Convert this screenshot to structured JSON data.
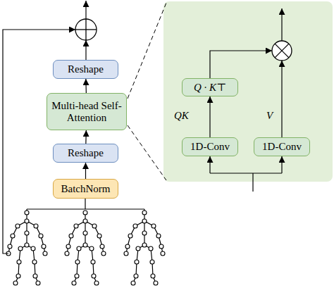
{
  "diagram": {
    "nodes": [
      {
        "text": [
          "BatchNorm"
        ]
      },
      {
        "text": [
          "Reshape"
        ]
      },
      {
        "text": [
          "Multi-head Self-Attention"
        ]
      },
      {
        "text": [
          "Reshape"
        ]
      },
      {
        "text": [
          "1D-Conv"
        ]
      },
      {
        "text": [
          "1D-Conv"
        ]
      },
      {
        "text": [
          "Q · K⊤"
        ]
      }
    ],
    "edges": [
      {
        "from": 0,
        "to": 1,
        "arrow": "to"
      },
      {
        "from": 1,
        "to": 2,
        "arrow": "to"
      },
      {
        "from": 2,
        "to": 3,
        "arrow": "to"
      },
      {
        "from": 4,
        "to": 6,
        "arrow": "to"
      }
    ],
    "labels": [
      "QK",
      "V"
    ]
  }
}
